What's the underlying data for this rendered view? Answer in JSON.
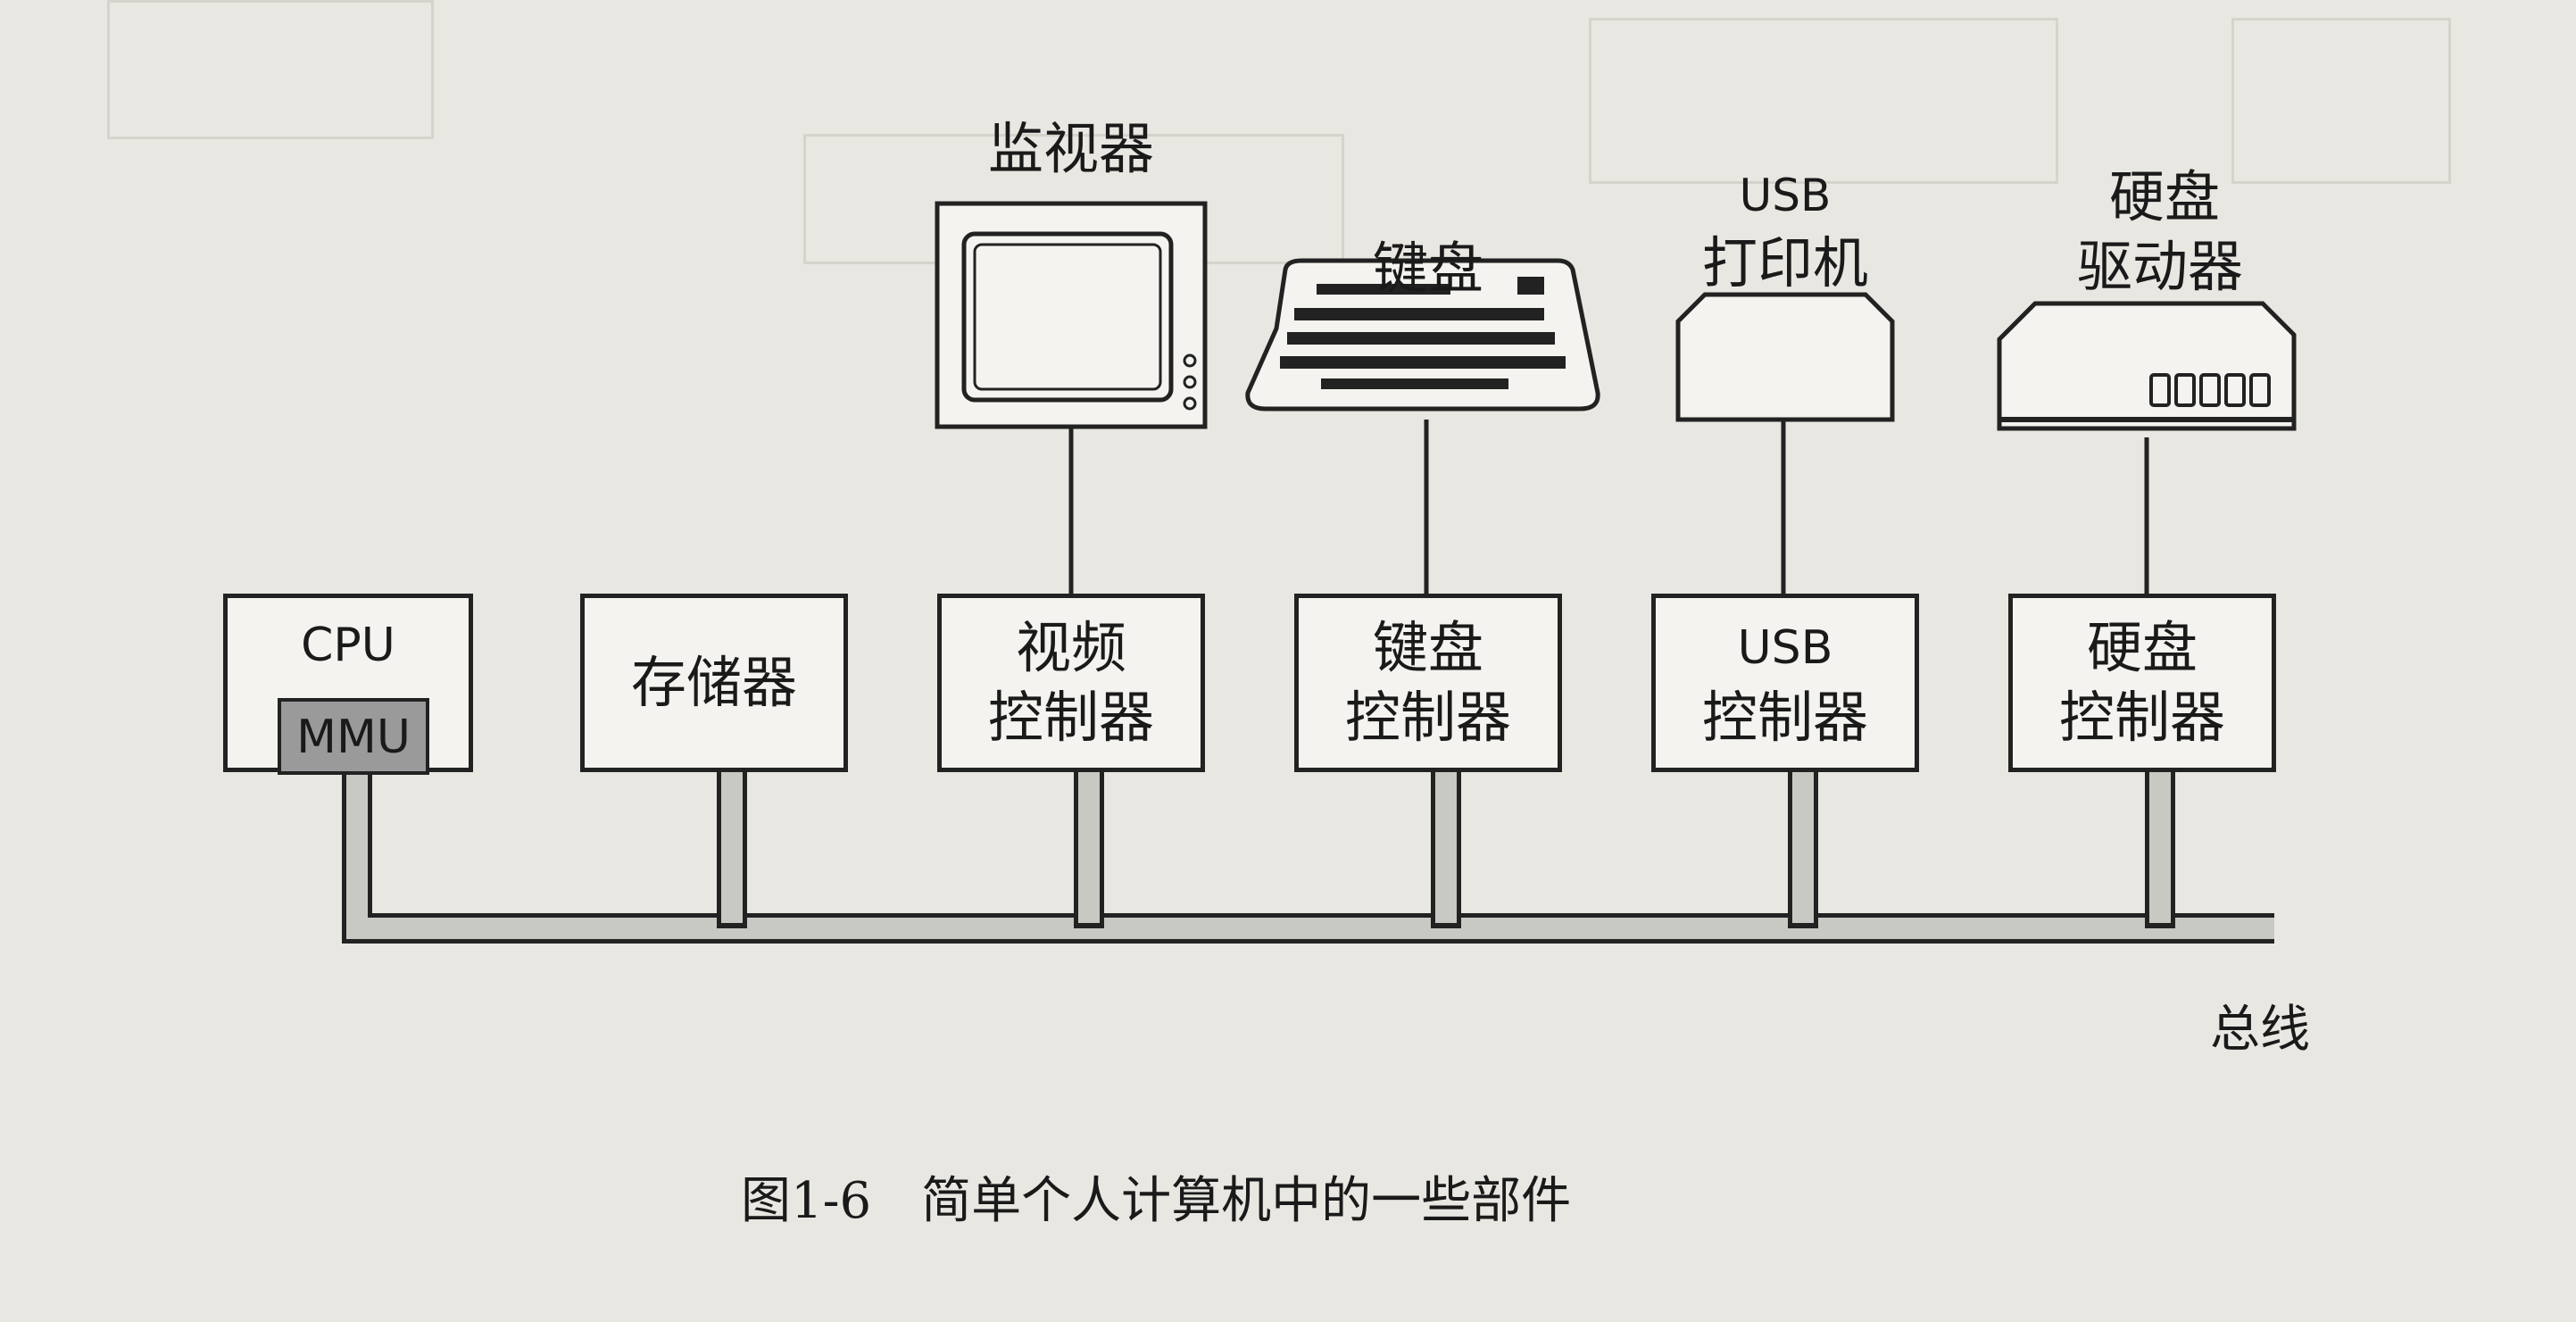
{
  "devices": {
    "monitor": "监视器",
    "keyboard": "键盘",
    "printer_line1": "USB",
    "printer_line2": "打印机",
    "disk_line1": "硬盘",
    "disk_line2": "驱动器"
  },
  "units": {
    "cpu": "CPU",
    "mmu": "MMU",
    "memory": "存储器",
    "video_line1": "视频",
    "video_line2": "控制器",
    "kbd_line1": "键盘",
    "kbd_line2": "控制器",
    "usb_line1": "USB",
    "usb_line2": "控制器",
    "disk_line1": "硬盘",
    "disk_line2": "控制器"
  },
  "bus_label": "总线",
  "caption": "图1-6　简单个人计算机中的一些部件",
  "colors": {
    "ink": "#222222",
    "bus_fill": "#c9c9c4",
    "mmu_fill": "#9a9a9a",
    "paper": "#e9e7e2"
  }
}
